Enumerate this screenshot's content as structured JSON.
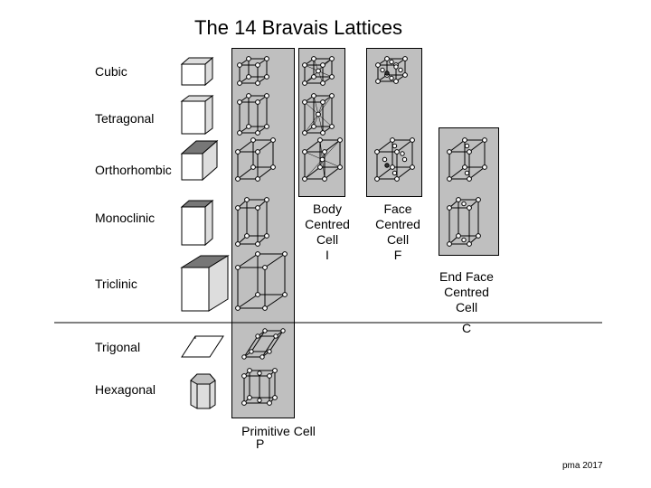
{
  "title": "The 14 Bravais Lattices",
  "rows": [
    "Cubic",
    "Tetragonal",
    "Orthorhombic",
    "Monoclinic",
    "Triclinic",
    "Trigonal",
    "Hexagonal"
  ],
  "columns": {
    "primitive": {
      "line1": "Primitive Cell",
      "symbol": "P"
    },
    "body_centred": {
      "line1": "Body",
      "line2": "Centred",
      "line3": "Cell",
      "symbol": "I"
    },
    "face_centred": {
      "line1": "Face",
      "line2": "Centred",
      "line3": "Cell",
      "symbol": "F"
    },
    "end_face_centred": {
      "line1": "End Face Centred",
      "line2": "Cell",
      "symbol": "C"
    }
  },
  "footer": "pma 2017",
  "colors": {
    "band": "#bfbfbf",
    "solid_top_dark": "#777777",
    "solid_side": "#dddddd",
    "solid_face": "#ffffff"
  }
}
